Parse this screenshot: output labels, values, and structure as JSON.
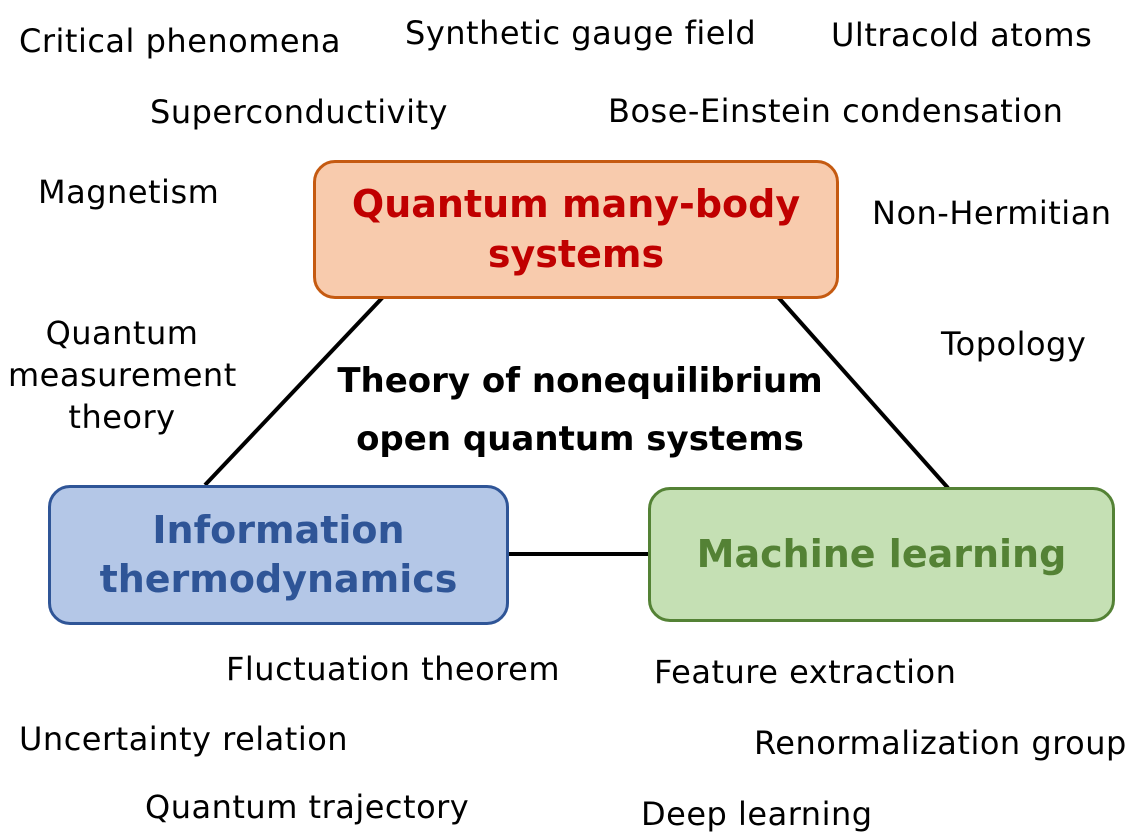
{
  "diagram": {
    "center_title": {
      "line1": "Theory of nonequilibrium",
      "line2": "open quantum systems"
    },
    "nodes": {
      "quantum_many_body": {
        "line1": "Quantum many-body",
        "line2": "systems",
        "fill": "#f8cbad",
        "border": "#c55a11",
        "text_color": "#c00000"
      },
      "information_thermodynamics": {
        "line1": "Information",
        "line2": "thermodynamics",
        "fill": "#b4c7e7",
        "border": "#2f5597",
        "text_color": "#2f5597"
      },
      "machine_learning": {
        "line1": "Machine learning",
        "fill": "#c5e0b4",
        "border": "#548235",
        "text_color": "#548235"
      }
    },
    "keywords": {
      "critical_phenomena": "Critical phenomena",
      "synthetic_gauge_field": "Synthetic gauge field",
      "ultracold_atoms": "Ultracold atoms",
      "superconductivity": "Superconductivity",
      "bose_einstein": "Bose-Einstein condensation",
      "magnetism": "Magnetism",
      "non_hermitian": "Non-Hermitian",
      "topology": "Topology",
      "quantum_measurement": {
        "line1": "Quantum",
        "line2": "measurement",
        "line3": "theory"
      },
      "fluctuation_theorem": "Fluctuation theorem",
      "feature_extraction": "Feature extraction",
      "uncertainty_relation": "Uncertainty relation",
      "renormalization_group": "Renormalization group",
      "quantum_trajectory": "Quantum trajectory",
      "deep_learning": "Deep learning"
    },
    "connector_color": "#000000"
  }
}
